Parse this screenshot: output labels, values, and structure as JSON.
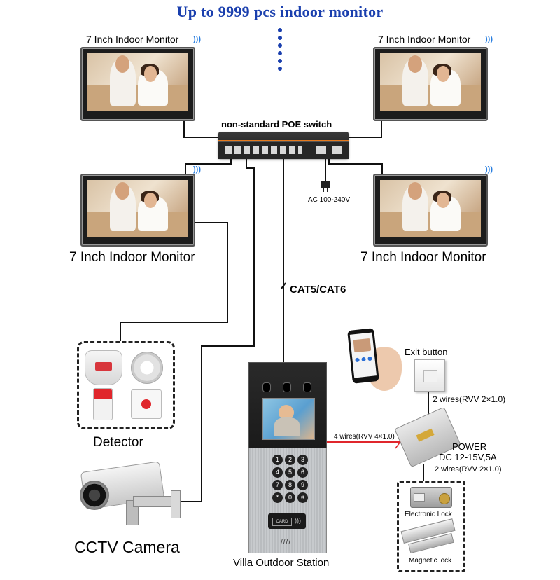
{
  "title": "Up to 9999 pcs indoor monitor",
  "monitors": {
    "top_left_label": "7 Inch Indoor Monitor",
    "top_right_label": "7 Inch Indoor Monitor",
    "mid_left_label": "7 Inch Indoor Monitor",
    "mid_right_label": "7 Inch Indoor Monitor"
  },
  "switch": {
    "label": "non-standard POE switch",
    "power_label": "AC 100-240V"
  },
  "cable_label": "CAT5/CAT6",
  "detector_label": "Detector",
  "cctv_label": "CCTV Camera",
  "outdoor": {
    "label": "Villa Outdoor Station",
    "card_text": "CARD",
    "keys": [
      "1",
      "2",
      "3",
      "4",
      "5",
      "6",
      "7",
      "8",
      "9",
      "*",
      "0",
      "#"
    ]
  },
  "exit_button_label": "Exit button",
  "wires": {
    "exit_to_power": "2 wires(RVV 2×1.0)",
    "station_to_power": "4 wires(RVV 4×1.0)",
    "power_to_lock": "2 wires(RVV 2×1.0)"
  },
  "power": {
    "title": "POWER",
    "spec": "DC 12-15V,5A"
  },
  "locks": {
    "electronic": "Electronic Lock",
    "magnetic": "Magnetic lock"
  },
  "colors": {
    "title_blue": "#1a3fae",
    "signal_line_red": "#e0262c",
    "wire_black": "#111111"
  }
}
